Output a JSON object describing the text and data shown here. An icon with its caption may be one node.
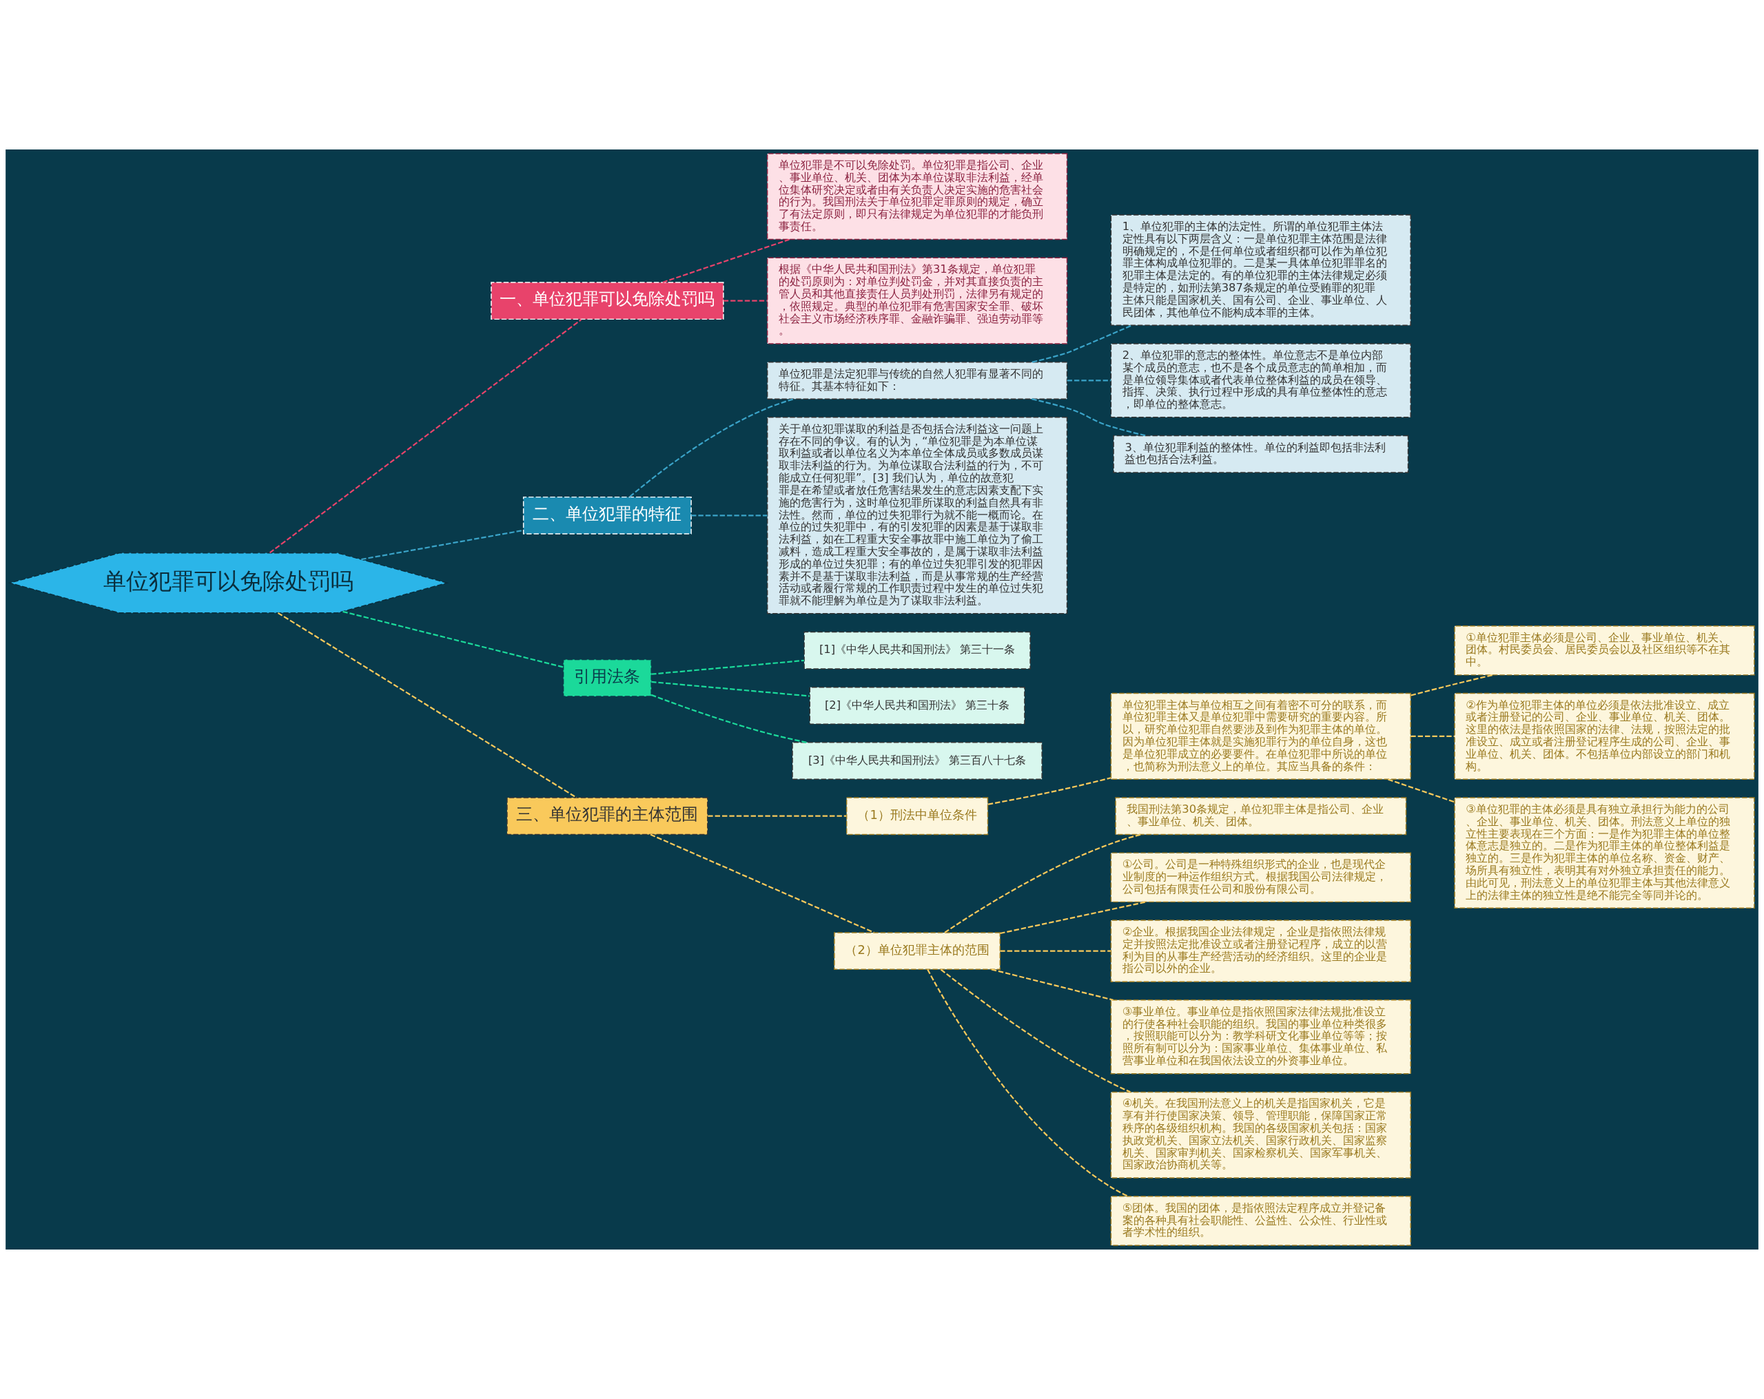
{
  "diagram": {
    "nodes": [
      {
        "text": [
          "单位犯罪可以免除处罚吗"
        ]
      },
      {
        "text": [
          "一、单位犯罪可以免除处罚吗"
        ]
      },
      {
        "text": [
          "单位犯罪是不可以免除处罚。单位犯罪是指公司、企业、事业单位、机关、团体为本单位谋取非法利益，经单位集体研究决定或者由有关负责人决定实施的危害社会的行为。我国刑法关于单位犯罪定罪原则的规定，确立了有法定原则，即只有法律规定为单位犯罪的才能负刑事责任。"
        ]
      },
      {
        "text": [
          "根据《中华人民共和国刑法》第31条规定，单位犯罪的处罚原则为：对单位判处罚金，并对其直接负责的主管人员和其他直接责任人员判处刑罚，法律另有规定的，依照规定。典型的单位犯罪有危害国家安全罪、破坏社会主义市场经济秩序罪、金融诈骗罪、强迫劳动罪等。"
        ]
      },
      {
        "text": [
          "二、单位犯罪的特征"
        ]
      },
      {
        "text": [
          "单位犯罪是法定犯罪与传统的自然人犯罪有显著不同的特征。其基本特征如下："
        ]
      },
      {
        "text": [
          "1、单位犯罪的主体的法定性。所谓的单位犯罪主体法定性具有以下两层含义：一是单位犯罪主体范围是法律明确规定的，不是任何单位或者组织都可以作为单位犯罪主体构成单位犯罪的。二是某一具体单位犯罪罪名的犯罪主体是法定的。有的单位犯罪的主体法律规定必须是特定的，如刑法第387条规定的单位受贿罪的犯罪主体只能是国家机关、国有公司、企业、事业单位、人民团体，其他单位不能构成本罪的主体。"
        ]
      },
      {
        "text": [
          "2、单位犯罪的意志的整体性。单位意志不是单位内部某个成员的意志，也不是各个成员意志的简单相加，而是单位领导集体或者代表单位整体利益的成员在领导、指挥、决策、执行过程中形成的具有单位整体性的意志，即单位的整体意志。"
        ]
      },
      {
        "text": [
          "3、单位犯罪利益的整体性。单位的利益即包括非法利益也包括合法利益。"
        ]
      },
      {
        "text": [
          "关于单位犯罪谋取的利益是否包括合法利益这一问题上存在不同的争议。有的认为，“单位犯罪是为本单位谋取利益或者以单位名义为本单位全体成员或多数成员谋取非法利益的行为。为单位谋取合法利益的行为，不可能成立任何犯罪”。[3] 我们认为，单位的故意犯罪是在希望或者放任危害结果发生的意志因素支配下实施的危害行为，这时单位犯罪所谋取的利益自然具有非法性。然而，单位的过失犯罪行为就不能一概而论。在单位的过失犯罪中，有的引发犯罪的因素是基于谋取非法利益，如在工程重大安全事故罪中施工单位为了偷工减料，造成工程重大安全事故的，是属于谋取非法利益形成的单位过失犯罪；有的单位过失犯罪引发的犯罪因素并不是基于谋取非法利益，而是从事常规的生产经营活动或者履行常规的工作职责过程中发生的单位过失犯罪就不能理解为单位是为了谋取非法利益。"
        ]
      },
      {
        "text": [
          "引用法条"
        ]
      },
      {
        "text": [
          "[1]《中华人民共和国刑法》 第三十一条"
        ]
      },
      {
        "text": [
          "[2]《中华人民共和国刑法》 第三十条"
        ]
      },
      {
        "text": [
          "[3]《中华人民共和国刑法》 第三百八十七条"
        ]
      },
      {
        "text": [
          "三、单位犯罪的主体范围"
        ]
      },
      {
        "text": [
          "（1）刑法中单位条件"
        ]
      },
      {
        "text": [
          "单位犯罪主体与单位相互之间有着密不可分的联系，而单位犯罪主体又是单位犯罪中需要研究的重要内容。所以，研究单位犯罪自然要涉及到作为犯罪主体的单位。因为单位犯罪主体就是实施犯罪行为的单位自身，这也是单位犯罪成立的必要要件。在单位犯罪中所说的单位，也简称为刑法意义上的单位。其应当具备的条件："
        ]
      },
      {
        "text": [
          "①单位犯罪主体必须是公司、企业、事业单位、机关、团体。村民委员会、居民委员会以及社区组织等不在其中。"
        ]
      },
      {
        "text": [
          "②作为单位犯罪主体的单位必须是依法批准设立、成立或者注册登记的公司、企业、事业单位、机关、团体。这里的依法是指依照国家的法律、法规，按照法定的批准设立、成立或者注册登记程序生成的公司、企业、事业单位、机关、团体。不包括单位内部设立的部门和机构。"
        ]
      },
      {
        "text": [
          "③单位犯罪的主体必须是具有独立承担行为能力的公司、企业、事业单位、机关、团体。刑法意义上单位的独立性主要表现在三个方面：一是作为犯罪主体的单位整体意志是独立的。二是作为犯罪主体的单位整体利益是独立的。三是作为犯罪主体的单位名称、资金、财产、场所具有独立性，表明其有对外独立承担责任的能力。由此可见，刑法意义上的单位犯罪主体与其他法律意义上的法律主体的独立性是绝不能完全等同并论的。"
        ]
      },
      {
        "text": [
          "（2）单位犯罪主体的范围"
        ]
      },
      {
        "text": [
          "我国刑法第30条规定，单位犯罪主体是指公司、企业、事业单位、机关、团体。"
        ]
      },
      {
        "text": [
          "①公司。公司是一种特殊组织形式的企业，也是现代企业制度的一种运作组织方式。根据我国公司法律规定，公司包括有限责任公司和股份有限公司。"
        ]
      },
      {
        "text": [
          "②企业。根据我国企业法律规定，企业是指依照法律规定并按照法定批准设立或者注册登记程序，成立的以营利为目的从事生产经营活动的经济组织。这里的企业是指公司以外的企业。"
        ]
      },
      {
        "text": [
          "③事业单位。事业单位是指依照国家法律法规批准设立的行使各种社会职能的组织。我国的事业单位种类很多，按照职能可以分为：教学科研文化事业单位等等；按照所有制可以分为：国家事业单位、集体事业单位、私营事业单位和在我国依法设立的外资事业单位。"
        ]
      },
      {
        "text": [
          "④机关。在我国刑法意义上的机关是指国家机关，它是享有并行使国家决策、领导、管理职能，保障国家正常秩序的各级组织机构。我国的各级国家机关包括：国家执政党机关、国家立法机关、国家行政机关、国家监察机关、国家审判机关、国家检察机关、国家军事机关、国家政治协商机关等。"
        ]
      },
      {
        "text": [
          "⑤团体。我国的团体，是指依照法定程序成立并登记备案的各种具有社会职能性、公益性、公众性、行业性或者学术性的组织。"
        ]
      }
    ],
    "edges": [
      {
        "from": 0,
        "to": 1,
        "arrow": "none",
        "style": "dashed",
        "color": "#e8436b"
      },
      {
        "from": 1,
        "to": 2,
        "arrow": "none",
        "style": "dashed",
        "color": "#e8436b"
      },
      {
        "from": 1,
        "to": 3,
        "arrow": "none",
        "style": "dashed",
        "color": "#e8436b"
      },
      {
        "from": 0,
        "to": 4,
        "arrow": "none",
        "style": "dashed",
        "color": "#3aa3c8"
      },
      {
        "from": 4,
        "to": 5,
        "arrow": "none",
        "style": "dashed",
        "color": "#3aa3c8"
      },
      {
        "from": 5,
        "to": 6,
        "arrow": "none",
        "style": "dashed",
        "color": "#3aa3c8"
      },
      {
        "from": 5,
        "to": 7,
        "arrow": "none",
        "style": "dashed",
        "color": "#3aa3c8"
      },
      {
        "from": 5,
        "to": 8,
        "arrow": "none",
        "style": "dashed",
        "color": "#3aa3c8"
      },
      {
        "from": 4,
        "to": 9,
        "arrow": "none",
        "style": "dashed",
        "color": "#3aa3c8"
      },
      {
        "from": 0,
        "to": 10,
        "arrow": "none",
        "style": "dashed",
        "color": "#1bd99a"
      },
      {
        "from": 10,
        "to": 11,
        "arrow": "none",
        "style": "dashed",
        "color": "#1bd99a"
      },
      {
        "from": 10,
        "to": 12,
        "arrow": "none",
        "style": "dashed",
        "color": "#1bd99a"
      },
      {
        "from": 10,
        "to": 13,
        "arrow": "none",
        "style": "dashed",
        "color": "#1bd99a"
      },
      {
        "from": 0,
        "to": 14,
        "arrow": "none",
        "style": "dashed",
        "color": "#f9c95b"
      },
      {
        "from": 14,
        "to": 15,
        "arrow": "none",
        "style": "dashed",
        "color": "#f9c95b"
      },
      {
        "from": 15,
        "to": 16,
        "arrow": "none",
        "style": "dashed",
        "color": "#f9c95b"
      },
      {
        "from": 16,
        "to": 17,
        "arrow": "none",
        "style": "dashed",
        "color": "#f9c95b"
      },
      {
        "from": 16,
        "to": 18,
        "arrow": "none",
        "style": "dashed",
        "color": "#f9c95b"
      },
      {
        "from": 16,
        "to": 19,
        "arrow": "none",
        "style": "dashed",
        "color": "#f9c95b"
      },
      {
        "from": 14,
        "to": 20,
        "arrow": "none",
        "style": "dashed",
        "color": "#f9c95b"
      },
      {
        "from": 20,
        "to": 21,
        "arrow": "none",
        "style": "dashed",
        "color": "#f9c95b"
      },
      {
        "from": 20,
        "to": 22,
        "arrow": "none",
        "style": "dashed",
        "color": "#f9c95b"
      },
      {
        "from": 20,
        "to": 23,
        "arrow": "none",
        "style": "dashed",
        "color": "#f9c95b"
      },
      {
        "from": 20,
        "to": 24,
        "arrow": "none",
        "style": "dashed",
        "color": "#f9c95b"
      },
      {
        "from": 20,
        "to": 25,
        "arrow": "none",
        "style": "dashed",
        "color": "#f9c95b"
      },
      {
        "from": 20,
        "to": 26,
        "arrow": "none",
        "style": "dashed",
        "color": "#f9c95b"
      }
    ]
  }
}
